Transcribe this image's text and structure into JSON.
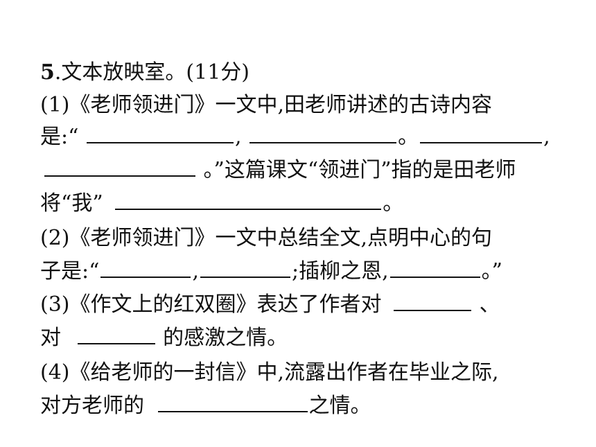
{
  "question": {
    "number": "5",
    "title": ".文本放映室。(11分)"
  },
  "lines": {
    "l1": "(1)《老师领进门》一文中,田老师讲述的古诗内容",
    "l2_a": "是:“",
    "l2_b": ",",
    "l2_c": "。",
    "l2_d": ",",
    "l3_a": "。”这篇课文“领进门”指的是田老师",
    "l4_a": "将“我”",
    "l4_b": "。",
    "l5": "(2)《老师领进门》一文中总结全文,点明中心的句",
    "l6_a": "子是:“",
    "l6_b": ",",
    "l6_c": ";插柳之恩,",
    "l6_d": "。”",
    "l7_a": "(3)《作文上的红双圈》表达了作者对",
    "l7_b": "、",
    "l8_a": "对",
    "l8_b": "的感激之情。",
    "l9": "(4)《给老师的一封信》中,流露出作者在毕业之际,",
    "l10_a": "对方老师的",
    "l10_b": "之情。"
  }
}
